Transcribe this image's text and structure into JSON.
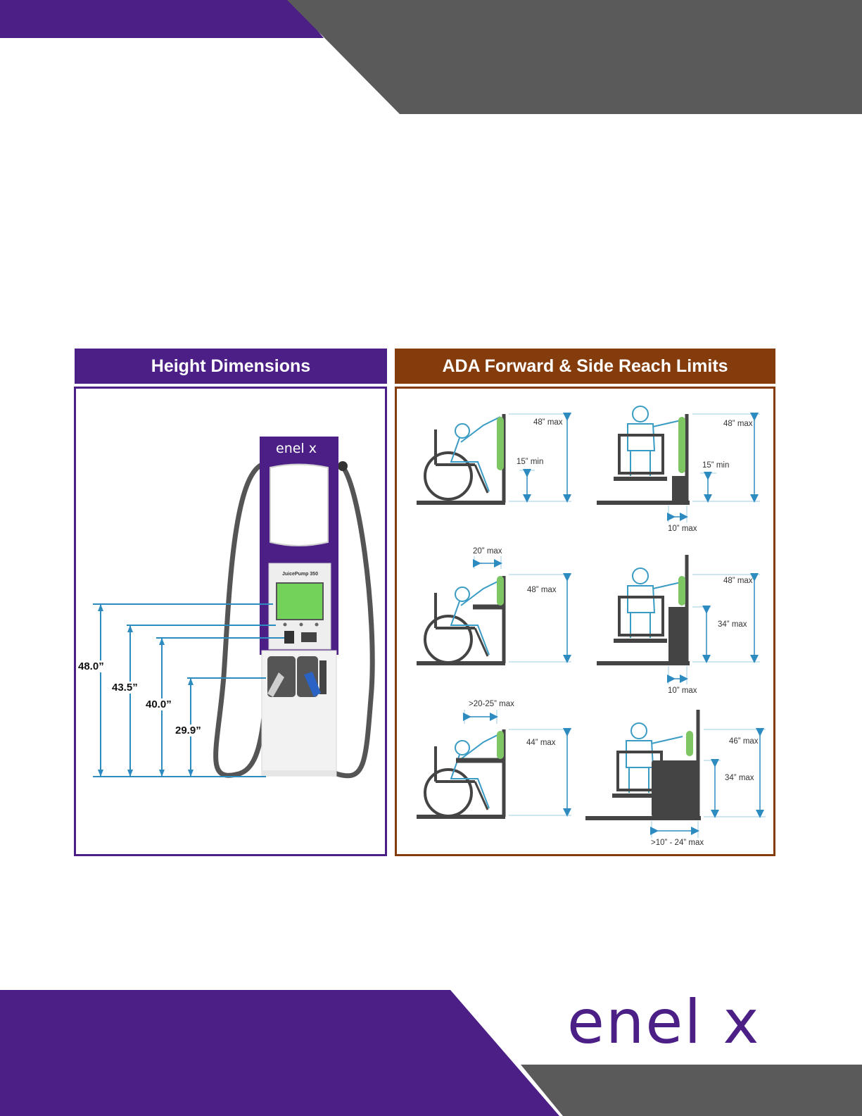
{
  "colors": {
    "purple": "#4b1f86",
    "gray": "#5a5a5a",
    "brown": "#843c0c",
    "green": "#7ec664",
    "screen_green": "#73d25a",
    "blue_line": "#2e8bc0",
    "figure_line": "#3a9bc4",
    "dark": "#444444"
  },
  "height_panel": {
    "title": "Height Dimensions",
    "charger_brand": "enel x",
    "charger_model": "JuicePump 350",
    "dimensions": [
      {
        "label": "48.0”"
      },
      {
        "label": "43.5”"
      },
      {
        "label": "40.0”"
      },
      {
        "label": "29.9”"
      }
    ]
  },
  "ada_panel": {
    "title": "ADA Forward & Side Reach Limits",
    "scenarios": [
      {
        "name": "forward-unobstructed",
        "labels": [
          "48” max",
          "15” min"
        ]
      },
      {
        "name": "side-unobstructed",
        "labels": [
          "48” max",
          "15” min",
          "10” max"
        ]
      },
      {
        "name": "forward-obstructed-20",
        "labels": [
          "20” max",
          "48” max"
        ]
      },
      {
        "name": "side-obstructed-10",
        "labels": [
          "48” max",
          "34” max",
          "10” max"
        ]
      },
      {
        "name": "forward-obstructed-25",
        "labels": [
          ">20-25” max",
          "44” max"
        ]
      },
      {
        "name": "side-obstructed-24",
        "labels": [
          "46” max",
          "34” max",
          ">10” - 24” max"
        ]
      }
    ]
  },
  "footer": {
    "logo_text": "enel x"
  }
}
